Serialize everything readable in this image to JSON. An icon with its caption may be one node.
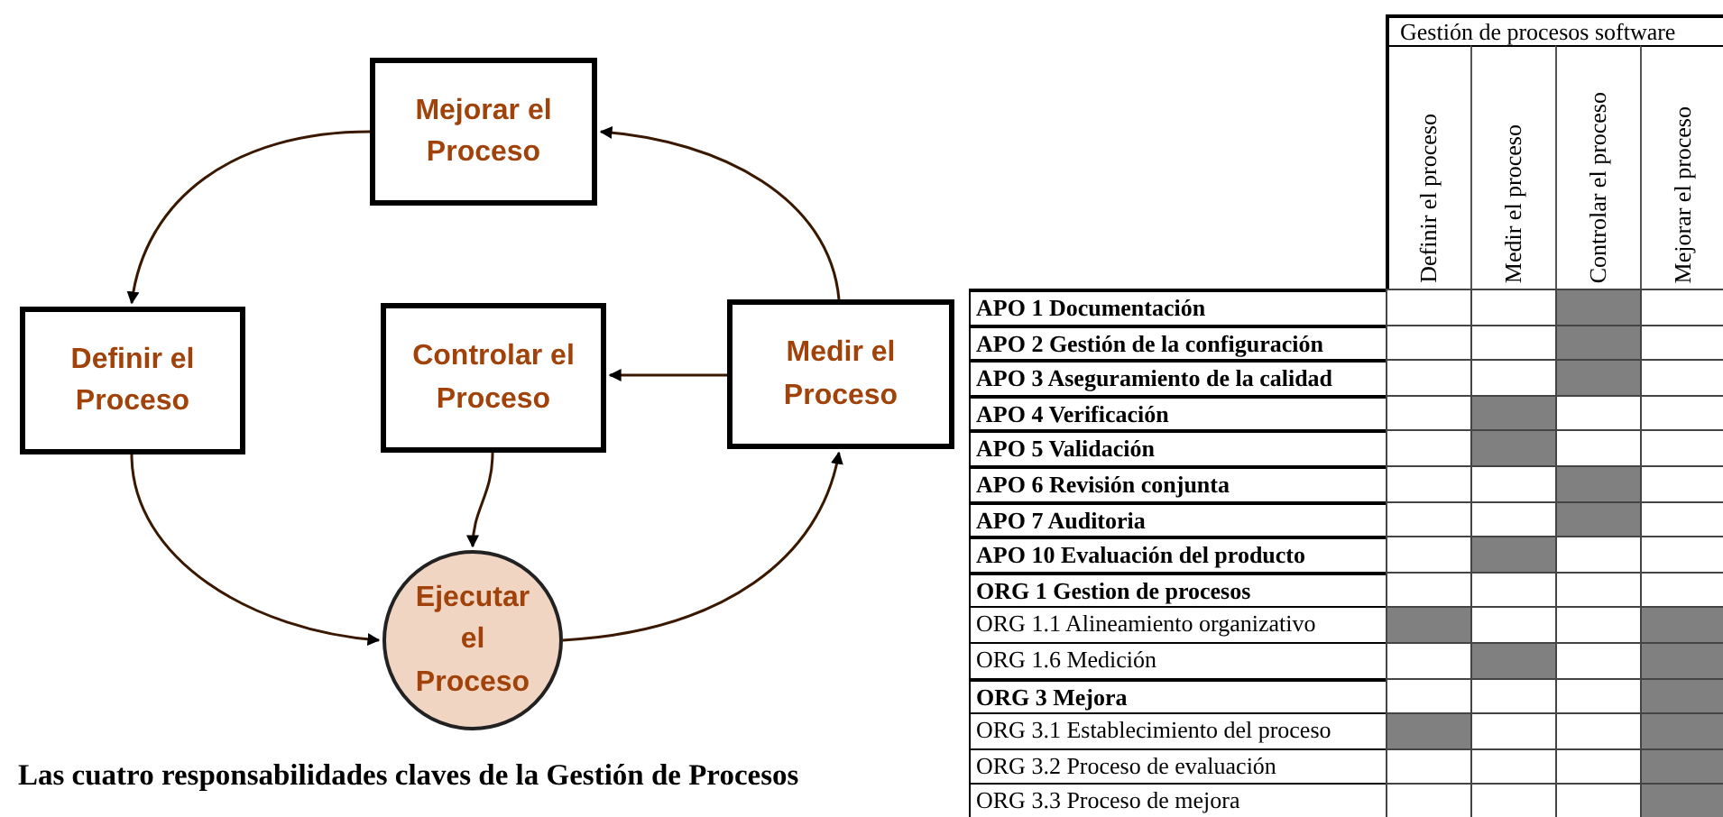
{
  "diagram": {
    "caption": "Las cuatro responsabilidades claves de la Gestión de Procesos",
    "nodes": [
      {
        "text": [
          "Mejorar el Proceso"
        ]
      },
      {
        "text": [
          "Definir el Proceso"
        ]
      },
      {
        "text": [
          "Controlar el Proceso"
        ]
      },
      {
        "text": [
          "Medir el Proceso"
        ]
      },
      {
        "text": [
          "Ejecutar el Proceso"
        ]
      }
    ],
    "edges": [
      {
        "from": 0,
        "to": 1,
        "arrow": "to"
      },
      {
        "from": 1,
        "to": 4,
        "arrow": "to"
      },
      {
        "from": 4,
        "to": 3,
        "arrow": "to"
      },
      {
        "from": 3,
        "to": 0,
        "arrow": "to"
      },
      {
        "from": 3,
        "to": 2,
        "arrow": "to"
      },
      {
        "from": 2,
        "to": 4,
        "arrow": "to"
      }
    ],
    "labels": [
      "Gestión de procesos software",
      "Definir el proceso",
      "Medir el proceso",
      "Controlar el proceso",
      "Mejorar el proceso",
      "APO 1 Documentación",
      "APO 2 Gestión de la configuración",
      "APO 3 Aseguramiento de la calidad",
      "APO 4 Verificación",
      "APO 5 Validación",
      "APO 6 Revisión conjunta",
      "APO 7 Auditoria",
      "APO 10 Evaluación del producto",
      "ORG 1 Gestion de procesos",
      "ORG 1.1 Alineamiento organizativo",
      "ORG 1.6 Medición",
      "ORG 3 Mejora",
      "ORG 3.1 Establecimiento del proceso",
      "ORG 3.2 Proceso de evaluación",
      "ORG 3.3 Proceso de mejora"
    ]
  }
}
